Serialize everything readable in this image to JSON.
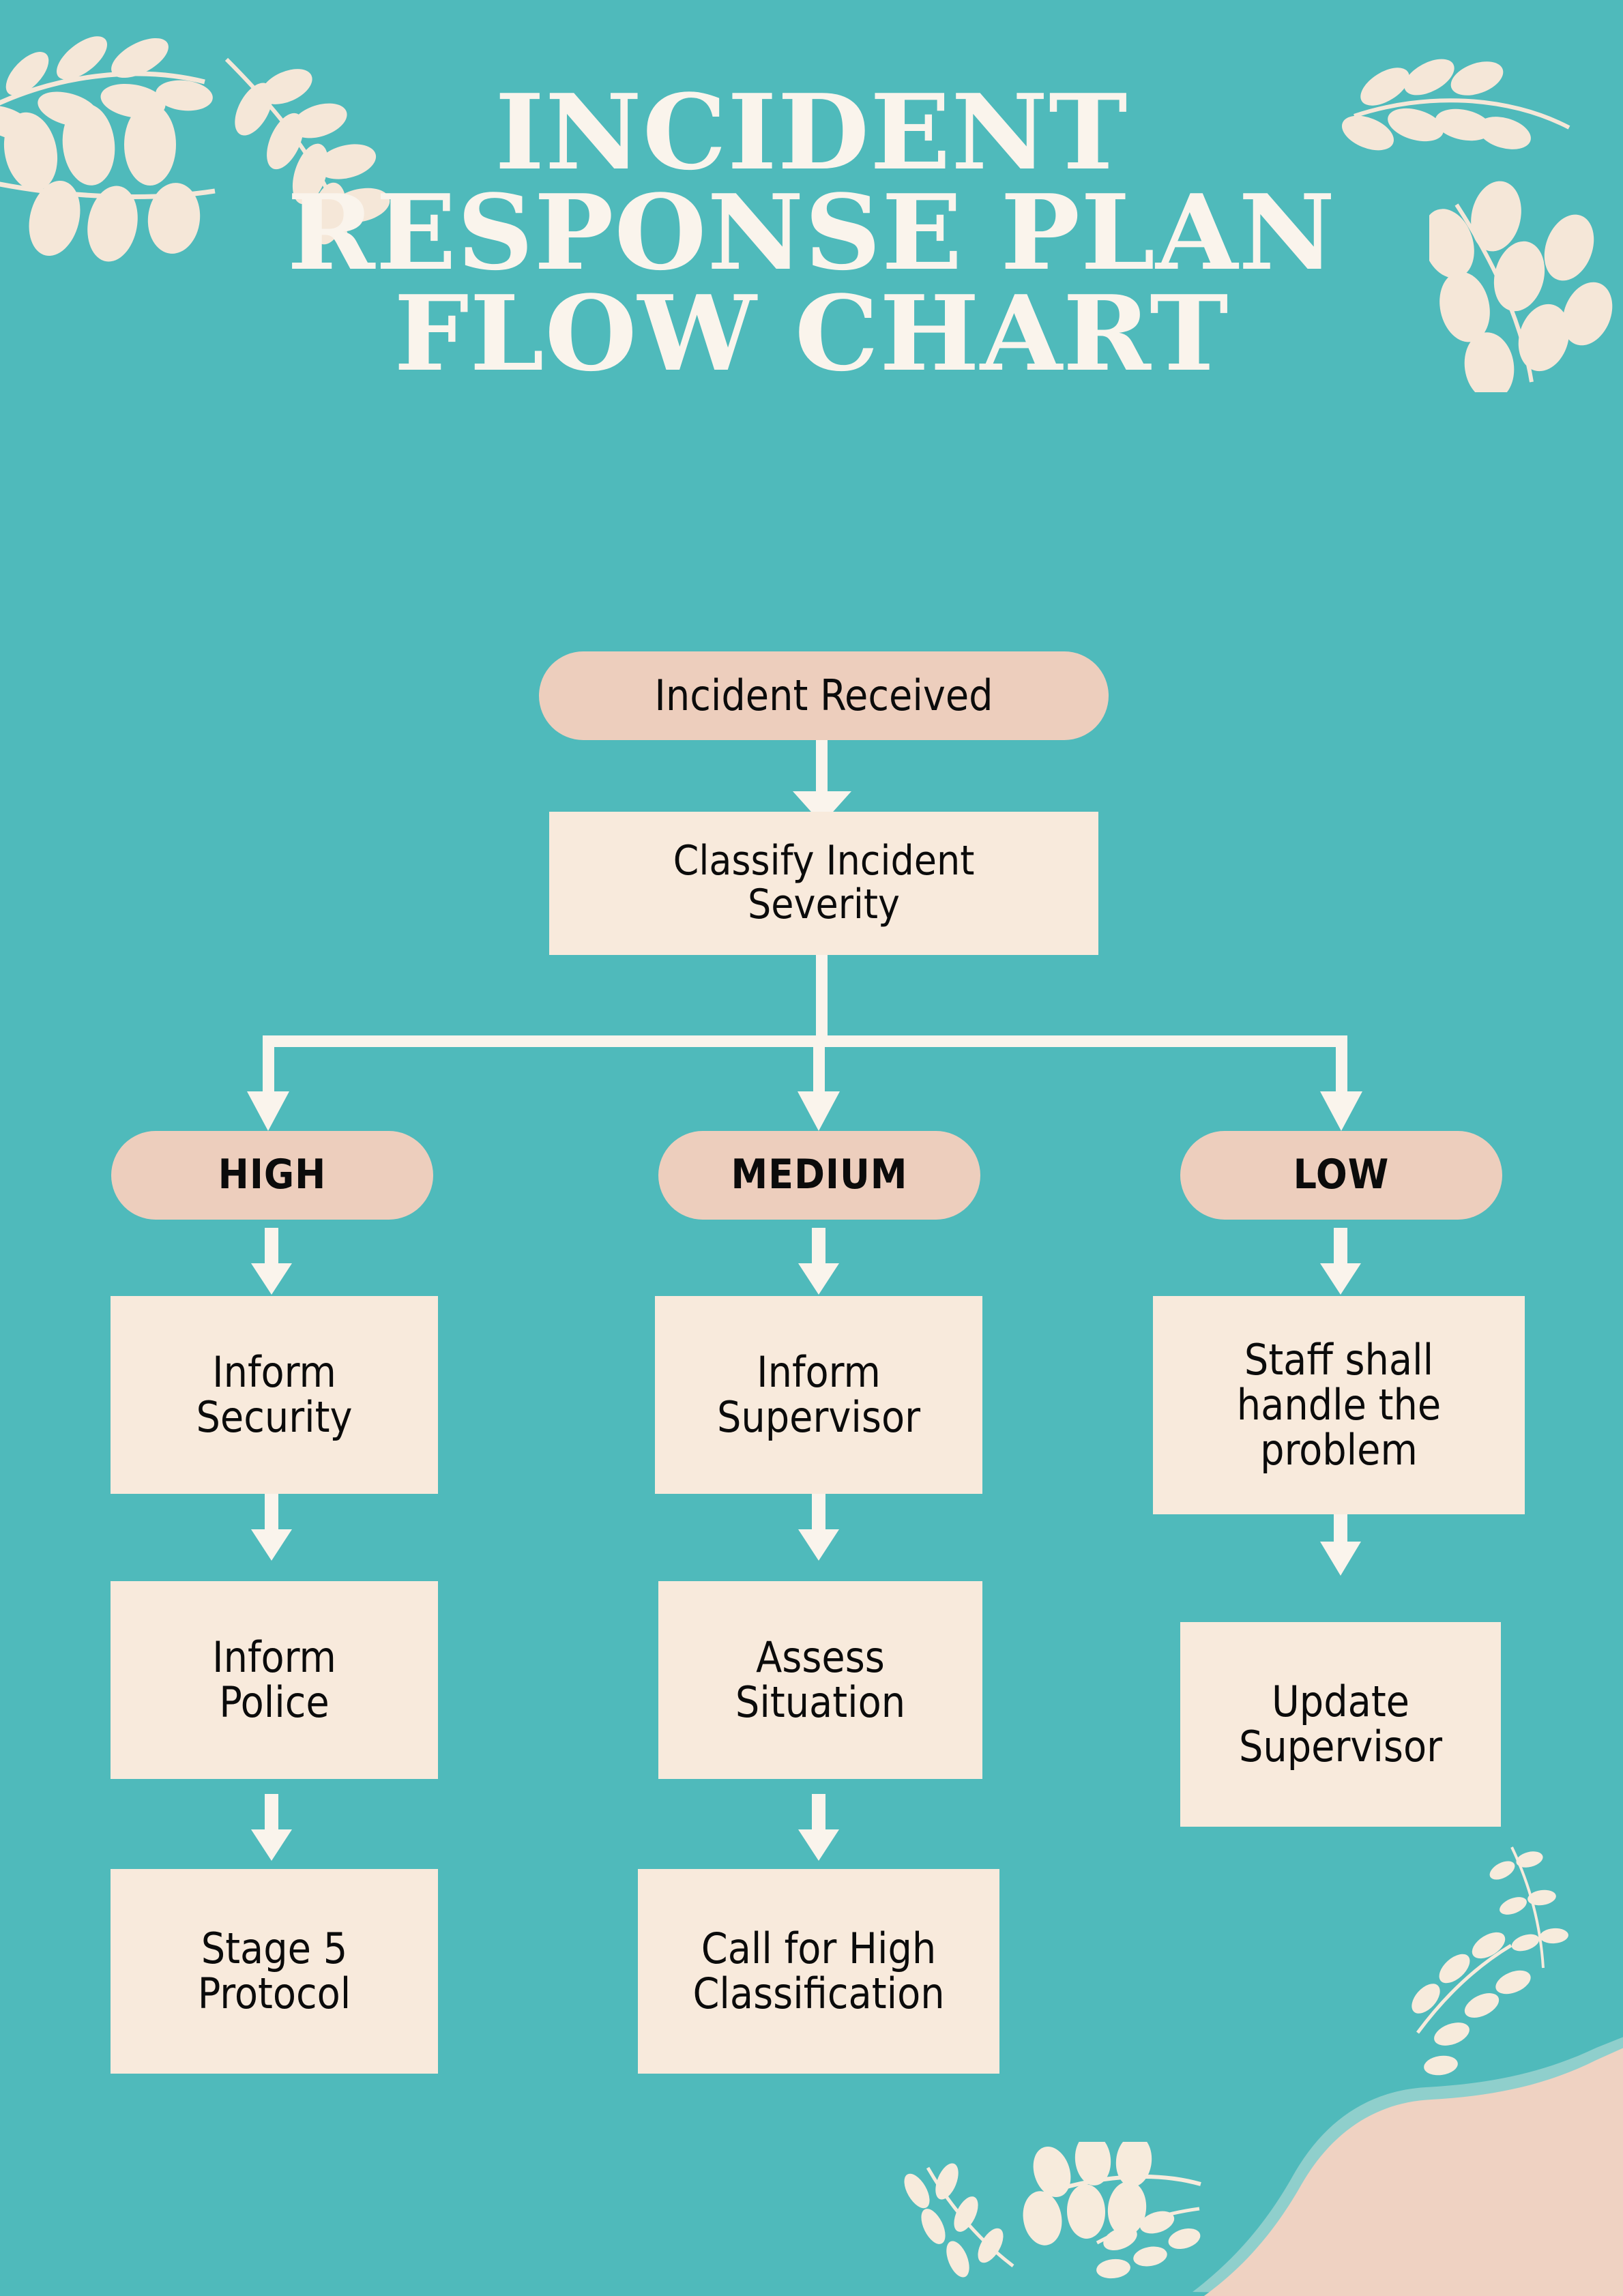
{
  "poster": {
    "title_lines": [
      "INCIDENT",
      "RESPONSE PLAN",
      "FLOW CHART"
    ],
    "background_color": "#4FBABB",
    "title_color": "#FAF4EC",
    "node_cream": "#F8EADC",
    "node_peach": "#EDCEBD",
    "connector_color": "#FAF4EC",
    "text_color": "#0B0B0B",
    "blob_color": "#EFD2C2"
  },
  "chart_data": {
    "type": "diagram",
    "title": "INCIDENT RESPONSE PLAN FLOW CHART",
    "start": "Incident Received",
    "decision": "Classify Incident Severity",
    "branches": [
      "HIGH",
      "MEDIUM",
      "LOW"
    ],
    "paths": {
      "HIGH": [
        "Inform Security",
        "Inform Police",
        "Stage 5 Protocol"
      ],
      "MEDIUM": [
        "Inform Supervisor",
        "Assess Situation",
        "Call for High Classification"
      ],
      "LOW": [
        "Staff shall handle the problem",
        "Update Supervisor"
      ]
    }
  },
  "flow": {
    "start_node": {
      "label": "Incident Received"
    },
    "decision_node": {
      "label_line1": "Classify Incident",
      "label_line2": "Severity"
    },
    "severity": {
      "high": "HIGH",
      "medium": "MEDIUM",
      "low": "LOW"
    },
    "column_high": [
      {
        "line1": "Inform",
        "line2": "Security"
      },
      {
        "line1": "Inform",
        "line2": "Police"
      },
      {
        "line1": "Stage 5",
        "line2": "Protocol"
      }
    ],
    "column_medium": [
      {
        "line1": "Inform",
        "line2": "Supervisor"
      },
      {
        "line1": "Assess",
        "line2": "Situation"
      },
      {
        "line1": "Call for High",
        "line2": "Classification"
      }
    ],
    "column_low": [
      {
        "line1": "Staff shall",
        "line2": "handle the",
        "line3": "problem"
      },
      {
        "line1": "Update",
        "line2": "Supervisor"
      }
    ]
  }
}
